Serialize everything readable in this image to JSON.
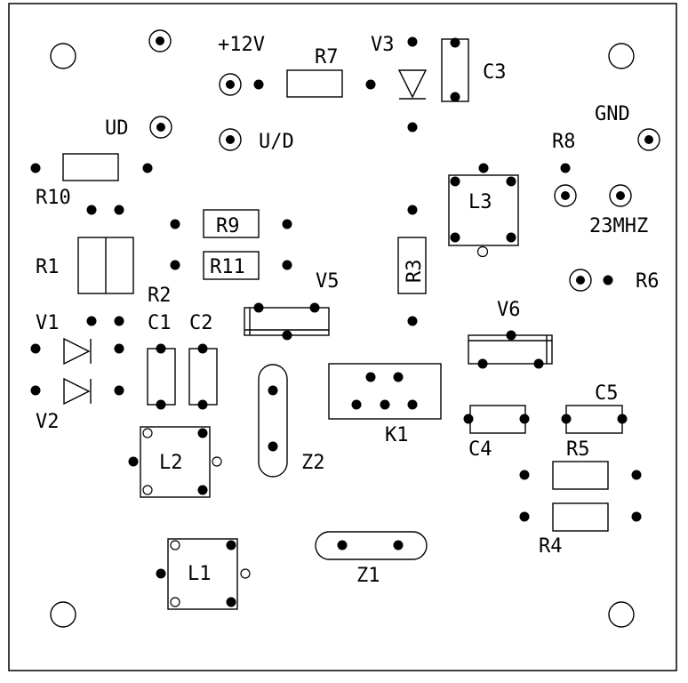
{
  "board": {
    "labels": {
      "v12": "+12V",
      "r7": "R7",
      "v3": "V3",
      "c3": "C3",
      "gnd": "GND",
      "ud": "UD",
      "u_d": "U/D",
      "r8": "R8",
      "r10": "R10",
      "l3": "L3",
      "r9": "R9",
      "f23mhz": "23MHZ",
      "r11": "R11",
      "r3": "R3",
      "r1": "R1",
      "r6": "R6",
      "r2": "R2",
      "v5": "V5",
      "v6": "V6",
      "c1": "C1",
      "c2": "C2",
      "v1": "V1",
      "v2": "V2",
      "c5": "C5",
      "k1": "K1",
      "c4": "C4",
      "r5": "R5",
      "l2": "L2",
      "z2": "Z2",
      "r4": "R4",
      "l1": "L1",
      "z1": "Z1"
    }
  }
}
